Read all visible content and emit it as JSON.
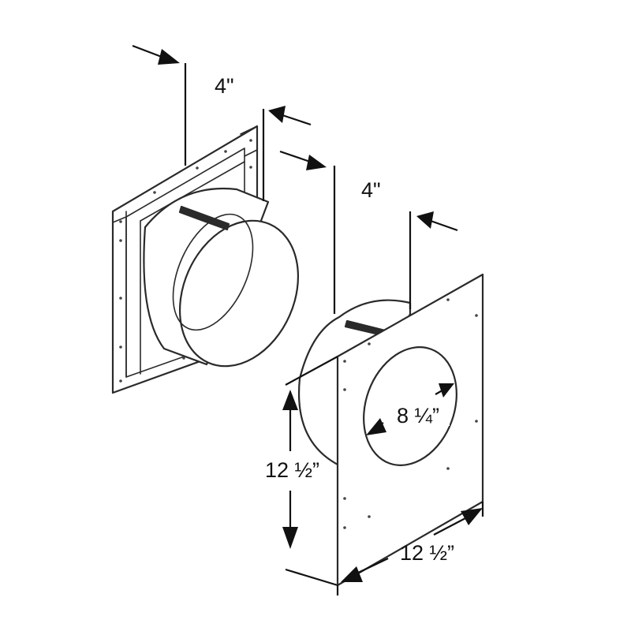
{
  "diagram": {
    "labels": {
      "depth_rear": "4\"",
      "depth_front": "4\"",
      "hole_diameter": "8 ¼”",
      "plate_height": "12 ½”",
      "plate_width": "12 ½”"
    }
  }
}
